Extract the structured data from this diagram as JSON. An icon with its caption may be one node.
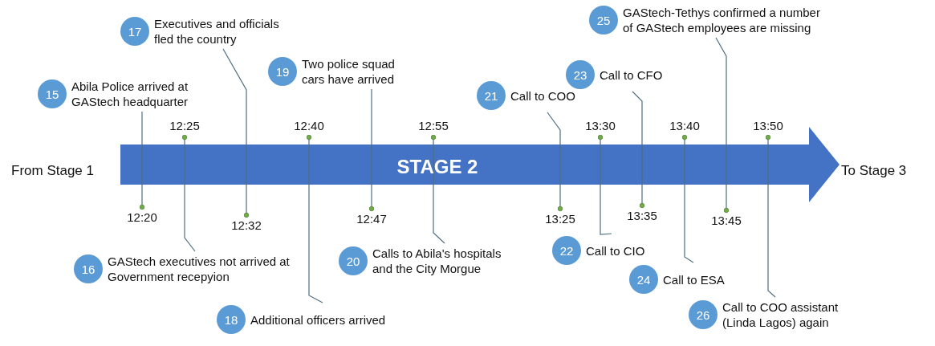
{
  "diagram": {
    "nodes": [
      {
        "text": [
          "STAGE 2"
        ]
      },
      {
        "text": [
          "15"
        ],
        "beside": [
          "Abila Police arrived at GAStech headquarter"
        ]
      },
      {
        "text": [
          "16"
        ],
        "beside": [
          "GAStech executives not arrived at Government recepyion"
        ]
      },
      {
        "text": [
          "17"
        ],
        "beside": [
          "Executives and officials fled the country"
        ]
      },
      {
        "text": [
          "18"
        ],
        "beside": [
          "Additional officers arrived"
        ]
      },
      {
        "text": [
          "19"
        ],
        "beside": [
          "Two police squad cars have arrived"
        ]
      },
      {
        "text": [
          "20"
        ],
        "beside": [
          "Calls to Abila's hospitals and the City Morgue"
        ]
      },
      {
        "text": [
          "21"
        ],
        "beside": [
          "Call to COO"
        ]
      },
      {
        "text": [
          "22"
        ],
        "beside": [
          "Call to CIO"
        ]
      },
      {
        "text": [
          "23"
        ],
        "beside": [
          "Call to CFO"
        ]
      },
      {
        "text": [
          "24"
        ],
        "beside": [
          "Call to ESA"
        ]
      },
      {
        "text": [
          "25"
        ],
        "beside": [
          "GAStech-Tethys confirmed a number of GAStech employees are missing"
        ]
      },
      {
        "text": [
          "26"
        ],
        "beside": [
          "Call to COO assistant (Linda Lagos) again"
        ]
      },
      {
        "text": [
          "12:20"
        ]
      },
      {
        "text": [
          "12:25"
        ]
      },
      {
        "text": [
          "12:32"
        ]
      },
      {
        "text": [
          "12:40"
        ]
      },
      {
        "text": [
          "12:47"
        ]
      },
      {
        "text": [
          "12:55"
        ]
      },
      {
        "text": [
          "13:25"
        ]
      },
      {
        "text": [
          "13:30"
        ]
      },
      {
        "text": [
          "13:35"
        ]
      },
      {
        "text": [
          "13:40"
        ]
      },
      {
        "text": [
          "13:45"
        ]
      },
      {
        "text": [
          "13:50"
        ]
      }
    ],
    "edges": [
      {
        "from": 13,
        "to": 1,
        "arrow": "other"
      },
      {
        "from": 14,
        "to": 2,
        "arrow": "other"
      },
      {
        "from": 15,
        "to": 3,
        "arrow": "other"
      },
      {
        "from": 16,
        "to": 4,
        "arrow": "other"
      },
      {
        "from": 17,
        "to": 5,
        "arrow": "other"
      },
      {
        "from": 18,
        "to": 6,
        "arrow": "other"
      },
      {
        "from": 19,
        "to": 7,
        "arrow": "other"
      },
      {
        "from": 20,
        "to": 8,
        "arrow": "other"
      },
      {
        "from": 21,
        "to": 9,
        "arrow": "other"
      },
      {
        "from": 22,
        "to": 10,
        "arrow": "other"
      },
      {
        "from": 23,
        "to": 11,
        "arrow": "other"
      },
      {
        "from": 24,
        "to": 12,
        "arrow": "other"
      }
    ],
    "labels": [
      "From Stage 1",
      "To Stage 3"
    ]
  }
}
